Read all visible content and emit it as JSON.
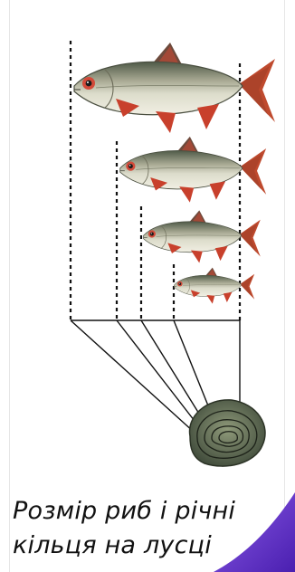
{
  "caption": "Розмір риб і річні\nкільця на лусці",
  "icons": [
    "fish-illustration",
    "fish-scale-illustration"
  ],
  "colors": {
    "fish_body": "#c9c7b4",
    "fish_back": "#5d6653",
    "fish_fins": "#c8402c",
    "scale_fill": "#5f6a52",
    "accent_band": "#6a2fc9"
  }
}
